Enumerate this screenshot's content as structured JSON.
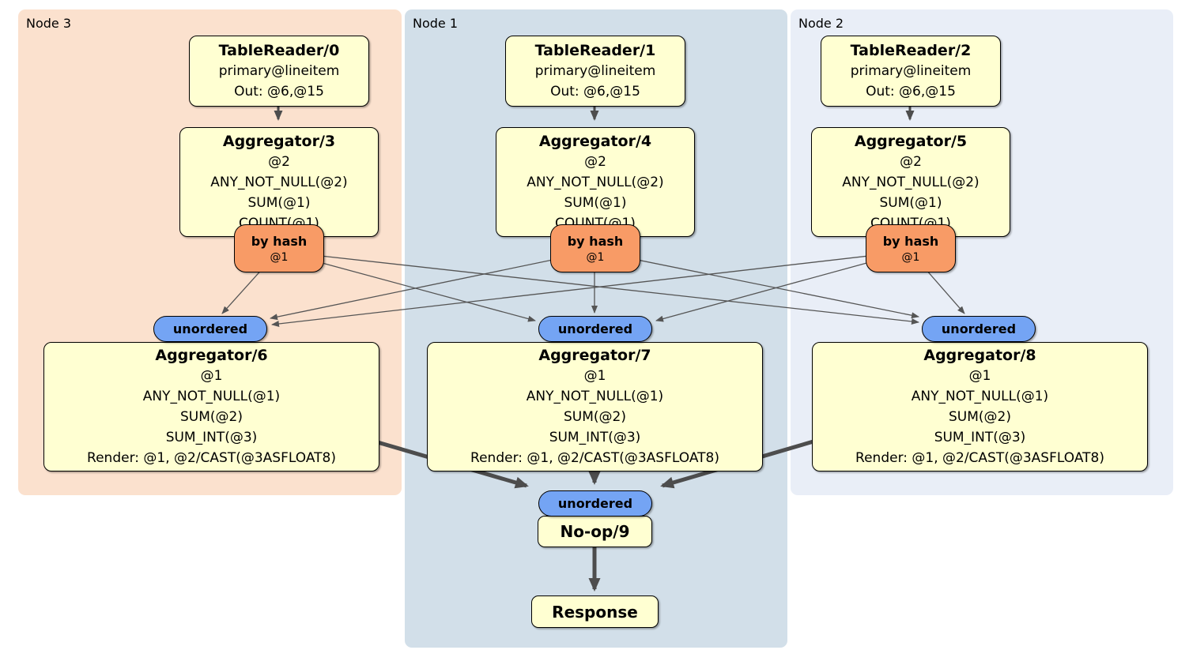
{
  "colors": {
    "node3_bg": "#fbe1ce",
    "node1_bg": "#d2dfe9",
    "node2_bg": "#e9eef7",
    "processor_fill": "#ffffd2",
    "router_fill": "#f89b66",
    "sync_fill": "#74a4f4",
    "edge_color": "#555555"
  },
  "columns": [
    {
      "group_label": "Node 3",
      "table_reader": {
        "title": "TableReader/0",
        "lines": [
          "primary@lineitem",
          "Out: @6,@15"
        ]
      },
      "aggregator_top": {
        "title": "Aggregator/3",
        "lines": [
          "@2",
          "ANY_NOT_NULL(@2)",
          "SUM(@1)",
          "COUNT(@1)"
        ]
      },
      "router": {
        "label": "by hash",
        "detail": "@1"
      },
      "sync_label": "unordered",
      "aggregator_bottom": {
        "title": "Aggregator/6",
        "lines": [
          "@1",
          "ANY_NOT_NULL(@1)",
          "SUM(@2)",
          "SUM_INT(@3)",
          "Render: @1, @2/CAST(@3ASFLOAT8)"
        ]
      }
    },
    {
      "group_label": "Node 1",
      "table_reader": {
        "title": "TableReader/1",
        "lines": [
          "primary@lineitem",
          "Out: @6,@15"
        ]
      },
      "aggregator_top": {
        "title": "Aggregator/4",
        "lines": [
          "@2",
          "ANY_NOT_NULL(@2)",
          "SUM(@1)",
          "COUNT(@1)"
        ]
      },
      "router": {
        "label": "by hash",
        "detail": "@1"
      },
      "sync_label": "unordered",
      "aggregator_bottom": {
        "title": "Aggregator/7",
        "lines": [
          "@1",
          "ANY_NOT_NULL(@1)",
          "SUM(@2)",
          "SUM_INT(@3)",
          "Render: @1, @2/CAST(@3ASFLOAT8)"
        ]
      }
    },
    {
      "group_label": "Node 2",
      "table_reader": {
        "title": "TableReader/2",
        "lines": [
          "primary@lineitem",
          "Out: @6,@15"
        ]
      },
      "aggregator_top": {
        "title": "Aggregator/5",
        "lines": [
          "@2",
          "ANY_NOT_NULL(@2)",
          "SUM(@1)",
          "COUNT(@1)"
        ]
      },
      "router": {
        "label": "by hash",
        "detail": "@1"
      },
      "sync_label": "unordered",
      "aggregator_bottom": {
        "title": "Aggregator/8",
        "lines": [
          "@1",
          "ANY_NOT_NULL(@1)",
          "SUM(@2)",
          "SUM_INT(@3)",
          "Render: @1, @2/CAST(@3ASFLOAT8)"
        ]
      }
    }
  ],
  "final_stage": {
    "sync_label": "unordered",
    "noop_title": "No-op/9",
    "response_title": "Response"
  }
}
